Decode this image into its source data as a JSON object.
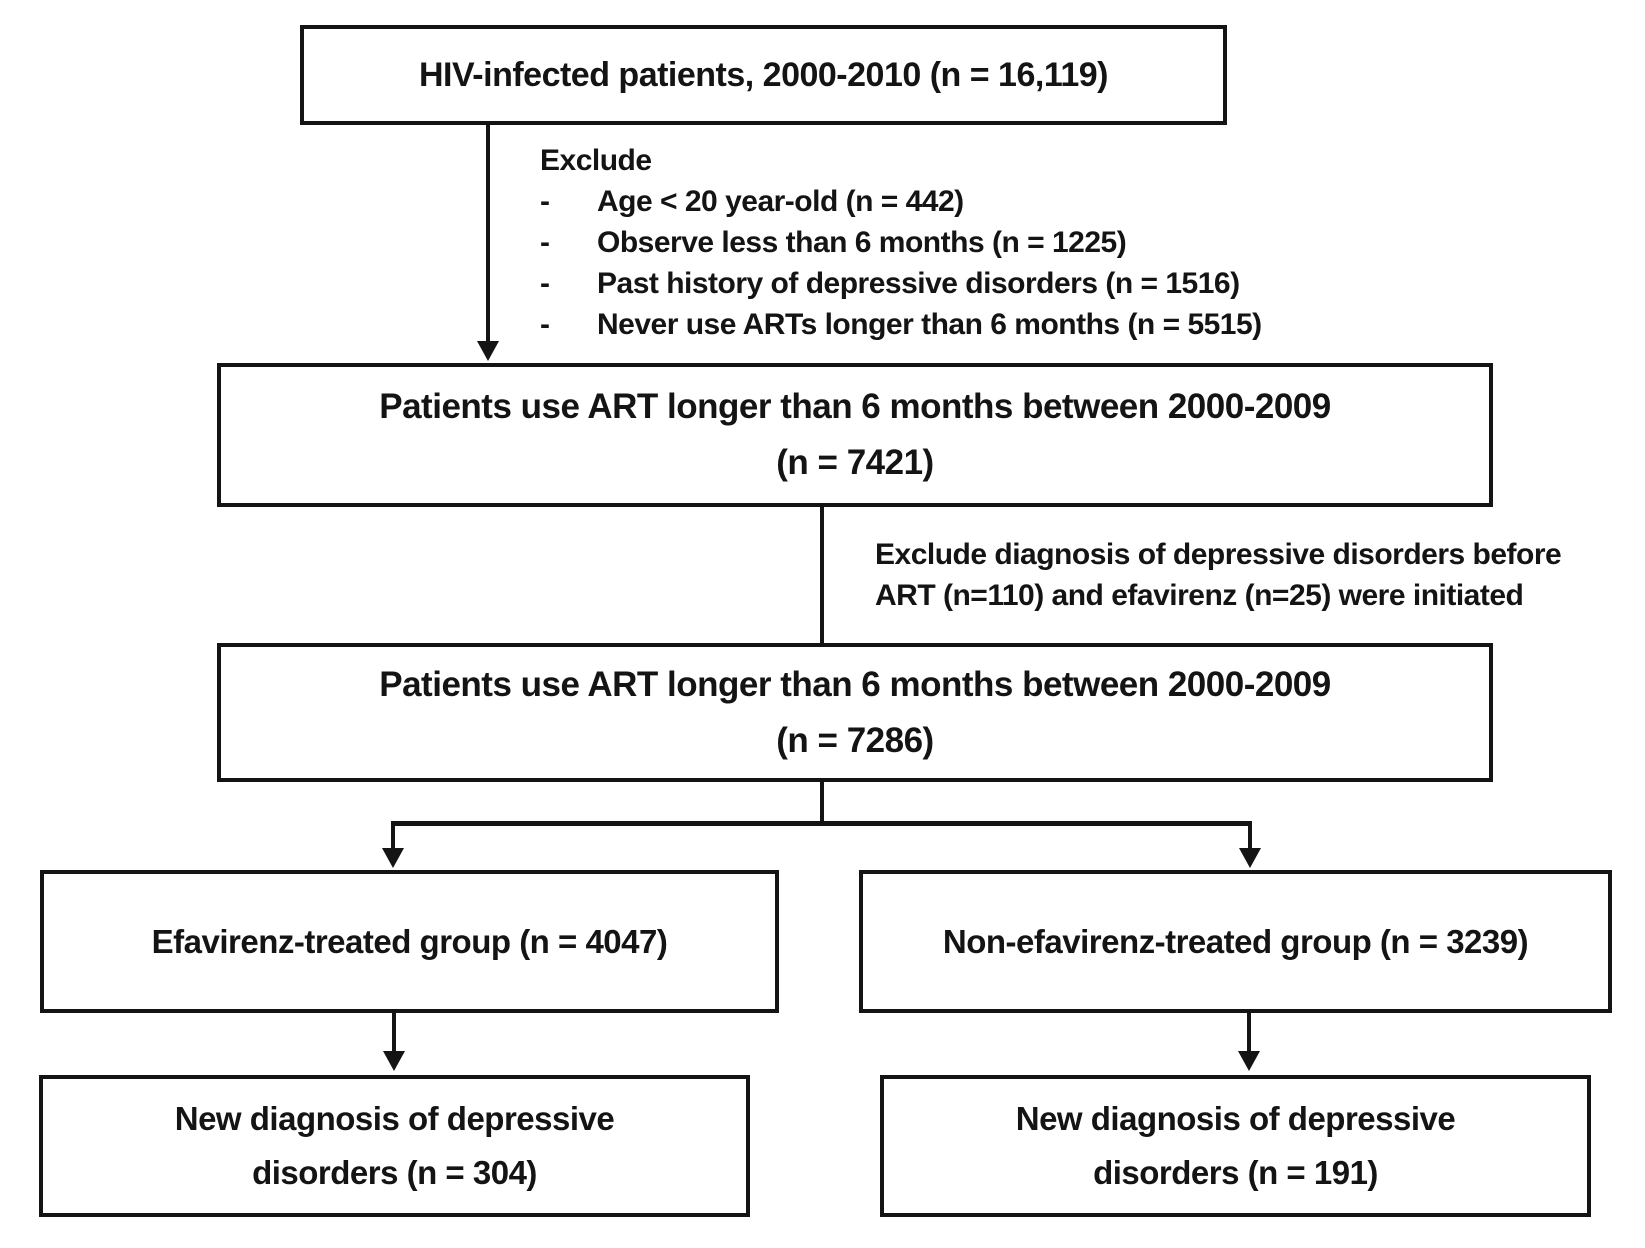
{
  "flow": {
    "box_top": {
      "label": "HIV-infected patients, 2000-2010 (n = 16,119)"
    },
    "exclusion_list": {
      "header": "Exclude",
      "bullet": "-",
      "items": [
        "Age < 20 year-old (n = 442)",
        "Observe less than 6 months (n = 1225)",
        "Past history of depressive disorders (n = 1516)",
        "Never use ARTs longer than 6 months (n = 5515)"
      ]
    },
    "box_art_7421": {
      "line1": "Patients use ART longer than 6 months between 2000-2009",
      "line2": "(n = 7421)"
    },
    "exclusion_note": {
      "line1": "Exclude diagnosis of depressive disorders before",
      "line2": "ART (n=110) and efavirenz (n=25) were initiated"
    },
    "box_art_7286": {
      "line1": "Patients use ART longer than 6 months between 2000-2009",
      "line2": "(n = 7286)"
    },
    "box_efavirenz": {
      "label": "Efavirenz-treated group (n = 4047)"
    },
    "box_non_efavirenz": {
      "label": "Non-efavirenz-treated group (n = 3239)"
    },
    "box_new_dx_efavirenz": {
      "line1": "New diagnosis of depressive",
      "line2": "disorders (n = 304)"
    },
    "box_new_dx_non_efavirenz": {
      "line1": "New diagnosis of depressive",
      "line2": "disorders (n = 191)"
    }
  },
  "colors": {
    "ink": "#141414",
    "background": "#ffffff"
  }
}
